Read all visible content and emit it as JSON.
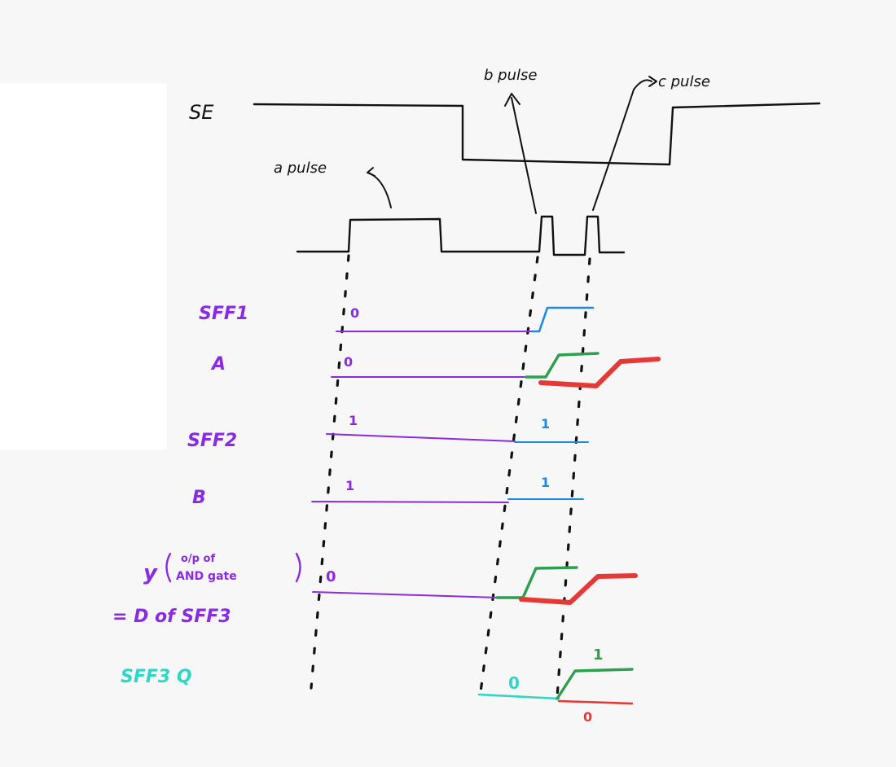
{
  "labels": {
    "se": "SE",
    "a_pulse": "a pulse",
    "b_pulse": "b pulse",
    "c_pulse": "c pulse",
    "sff1": "SFF1",
    "a": "A",
    "sff2": "SFF2",
    "b": "B",
    "y_prefix": "y",
    "y_note_top": "o/p of",
    "y_note_bottom": "AND gate",
    "d_of_sff3": "= D of SFF3",
    "sff3_q": "SFF3 Q"
  },
  "values": {
    "sff1_initial": "0",
    "a_initial": "0",
    "sff2_initial": "1",
    "b_initial": "1",
    "y_initial": "0",
    "sff2_after": "1",
    "b_after": "1",
    "sff3_q_initial": "0",
    "sff3_q_high": "1",
    "sff3_q_low": "0"
  },
  "colors": {
    "ink": "#111111",
    "purple": "#8a2be2",
    "blue": "#1e88e5",
    "green": "#2e9e4f",
    "red": "#e53935",
    "teal": "#2fd6c8"
  }
}
